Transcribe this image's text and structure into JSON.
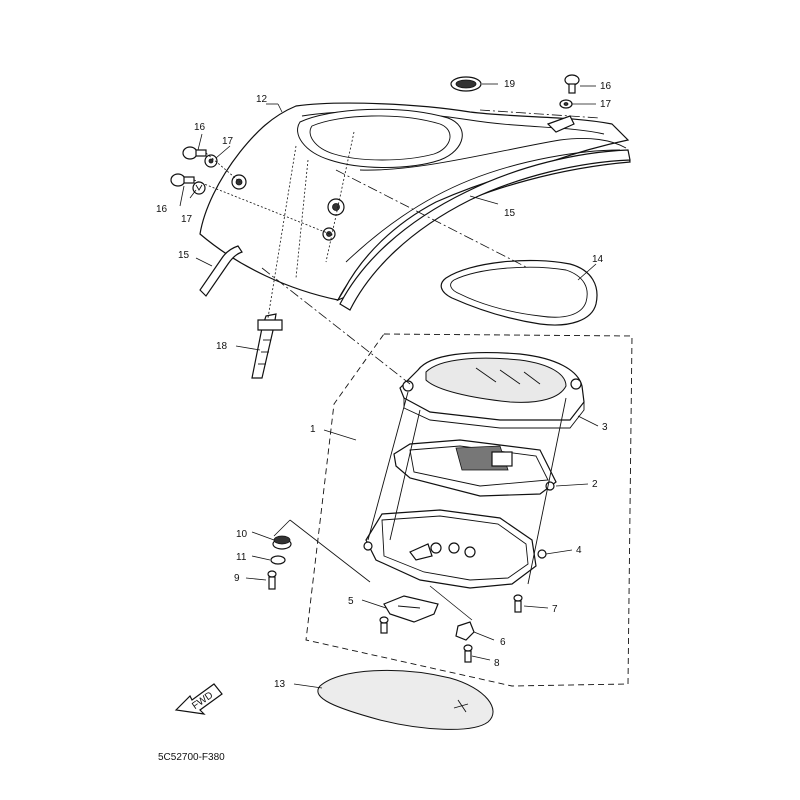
{
  "diagram_code": "5C52700-F380",
  "fwd_label": "FWD",
  "callouts": {
    "c1": "1",
    "c2": "2",
    "c3": "3",
    "c4": "4",
    "c5": "5",
    "c6": "6",
    "c7": "7",
    "c8": "8",
    "c9": "9",
    "c10": "10",
    "c11": "11",
    "c12": "12",
    "c13": "13",
    "c14": "14",
    "c15a": "15",
    "c15b": "15",
    "c16a": "16",
    "c16b": "16",
    "c16c": "16",
    "c17a": "17",
    "c17b": "17",
    "c17c": "17",
    "c18": "18",
    "c19": "19"
  }
}
